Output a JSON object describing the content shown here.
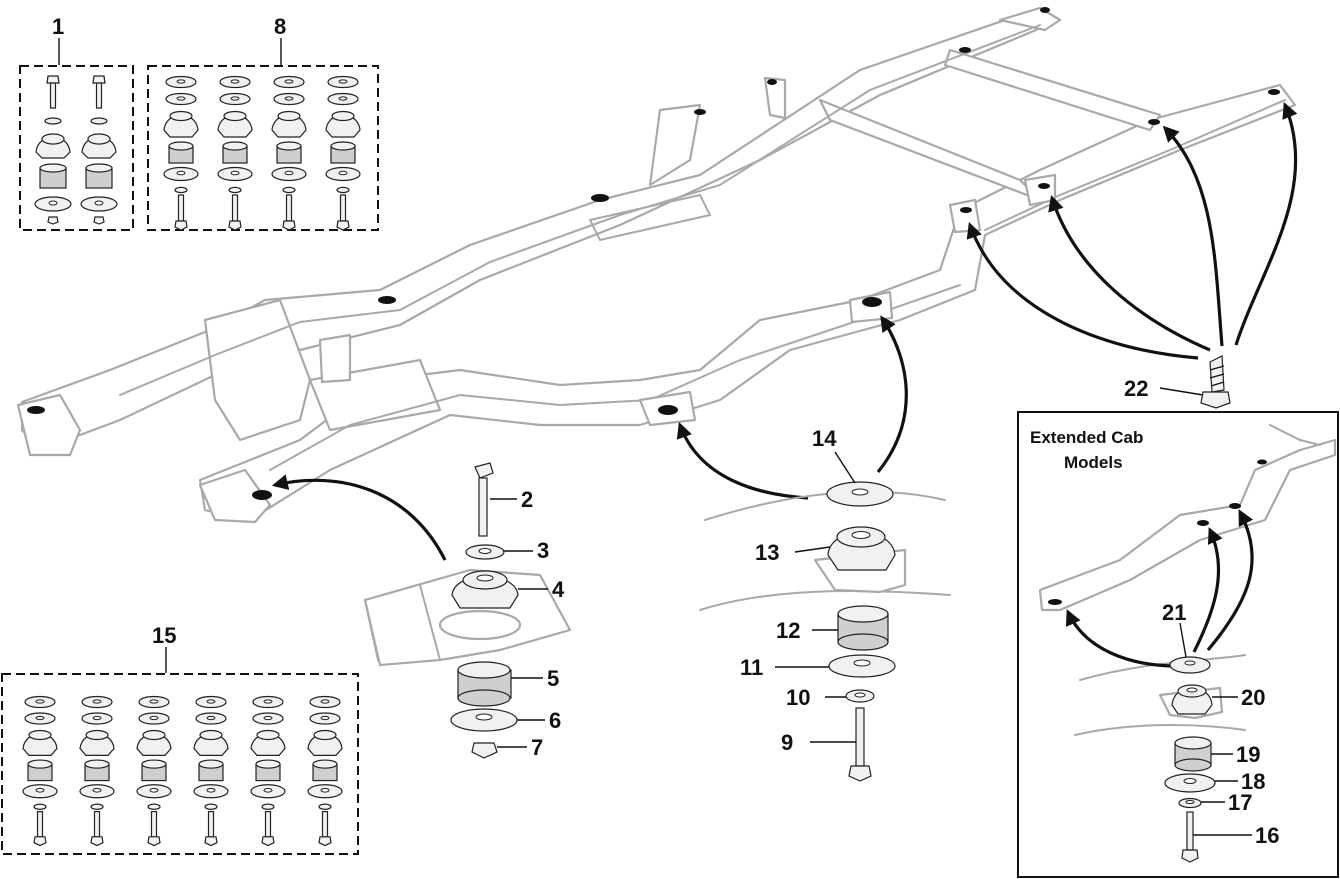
{
  "callouts": {
    "c1": "1",
    "c2": "2",
    "c3": "3",
    "c4": "4",
    "c5": "5",
    "c6": "6",
    "c7": "7",
    "c8": "8",
    "c9": "9",
    "c10": "10",
    "c11": "11",
    "c12": "12",
    "c13": "13",
    "c14": "14",
    "c15": "15",
    "c16": "16",
    "c17": "17",
    "c18": "18",
    "c19": "19",
    "c20": "20",
    "c21": "21",
    "c22": "22"
  },
  "inset": {
    "title_line1": "Extended Cab",
    "title_line2": "Models"
  },
  "kits": {
    "kit1_count": 2,
    "kit8_count": 4,
    "kit15_count": 6
  },
  "colors": {
    "frame_outline": "#a9a9a9",
    "ink": "#111111",
    "part_fill": "#f1f1f1"
  }
}
